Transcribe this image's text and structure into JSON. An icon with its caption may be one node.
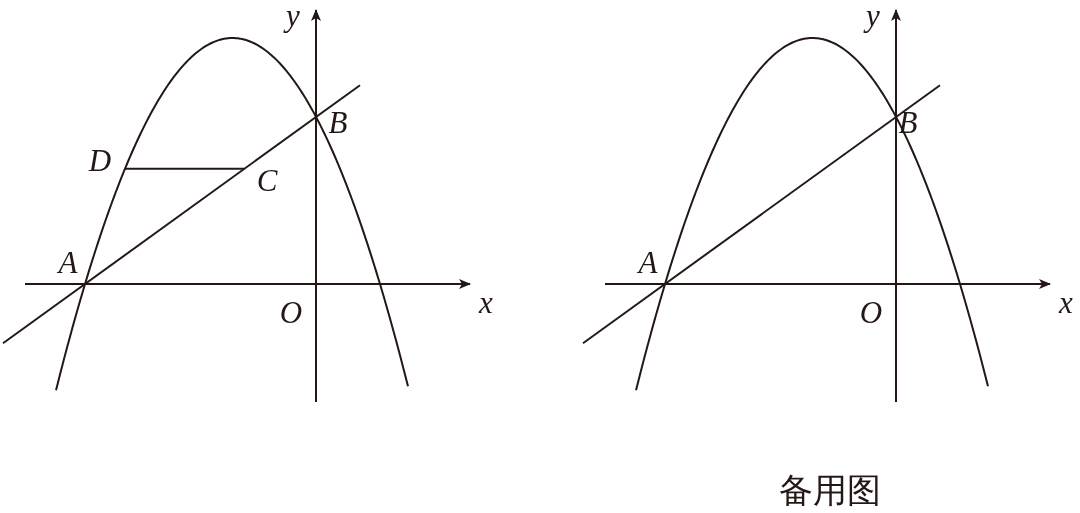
{
  "diagram": {
    "edges": [],
    "labels": [
      "y",
      "x",
      "O",
      "A",
      "B",
      "C",
      "D",
      "y",
      "x",
      "O",
      "A",
      "B",
      "备用图"
    ]
  }
}
